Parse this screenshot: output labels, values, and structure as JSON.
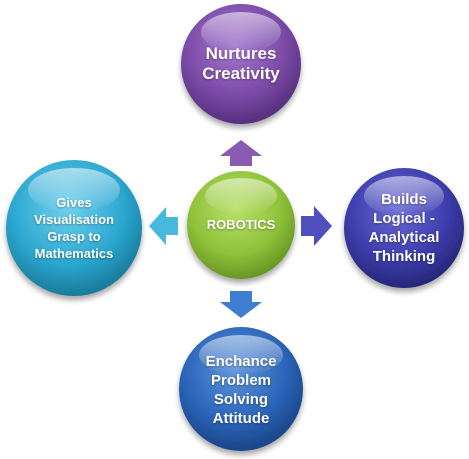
{
  "diagram": {
    "center": {
      "label": "ROBOTICS",
      "color": "#8fc13a"
    },
    "top": {
      "label": "Nurtures\nCreativity",
      "color": "#7a4aa6"
    },
    "right": {
      "label": "Builds\nLogical -\nAnalytical\nThinking",
      "color": "#3c3cab"
    },
    "bottom": {
      "label": "Enchance\nProblem\nSolving\nAttitude",
      "color": "#2a63b8"
    },
    "left": {
      "label": "Gives\nVisualisation\nGrasp to\nMathematics",
      "color": "#2aa6cf"
    },
    "arrow_colors": {
      "up": "#8a5bb3",
      "right": "#4f4fc0",
      "down": "#3f7dd0",
      "left": "#47b9de"
    }
  }
}
